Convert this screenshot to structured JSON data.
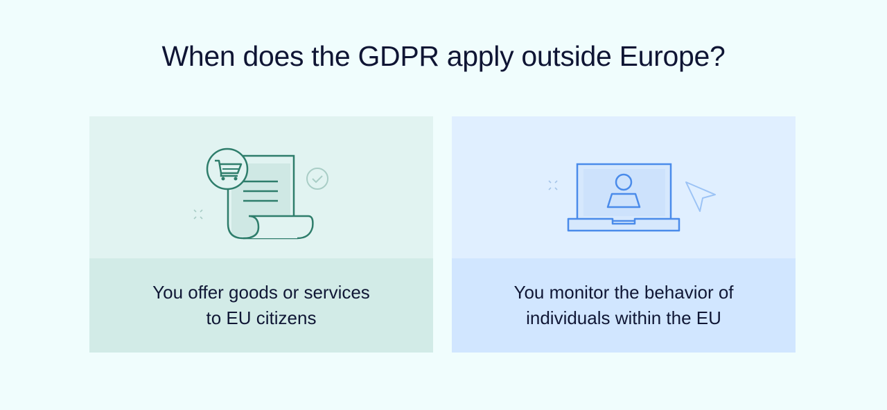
{
  "title": "When does the GDPR apply outside Europe?",
  "cards": [
    {
      "icon": "shopping-cart-receipt-icon",
      "accent": "#2e7d6b",
      "line1": "You offer goods or services",
      "line2": "to EU citizens"
    },
    {
      "icon": "laptop-user-icon",
      "accent": "#3b82f6",
      "line1": "You monitor the behavior of",
      "line2": "individuals within the EU"
    }
  ]
}
